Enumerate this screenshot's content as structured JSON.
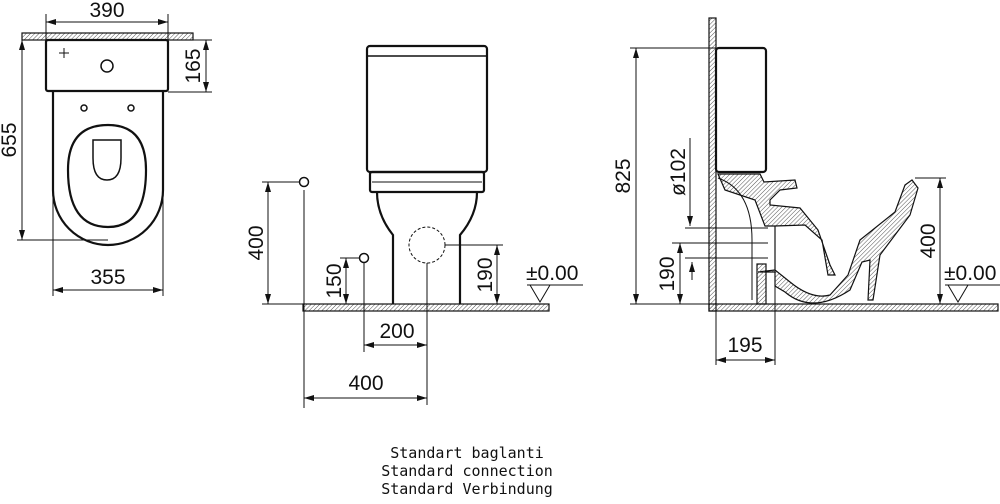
{
  "top_view": {
    "width_top": "390",
    "tank_depth": "165",
    "total_depth": "655",
    "bowl_width": "355"
  },
  "front_view": {
    "inlet_height": "400",
    "outlet_height_150": "150",
    "outlet_height_190": "190",
    "floor_level": "±0.00",
    "offset_200": "200",
    "offset_400": "400"
  },
  "side_view": {
    "total_height": "825",
    "pipe_diameter": "ø102",
    "outlet_height": "190",
    "seat_height": "400",
    "floor_level": "±0.00",
    "wall_distance": "195"
  },
  "caption": [
    "Standart baglanti",
    "Standard connection",
    "Standard Verbindung"
  ]
}
